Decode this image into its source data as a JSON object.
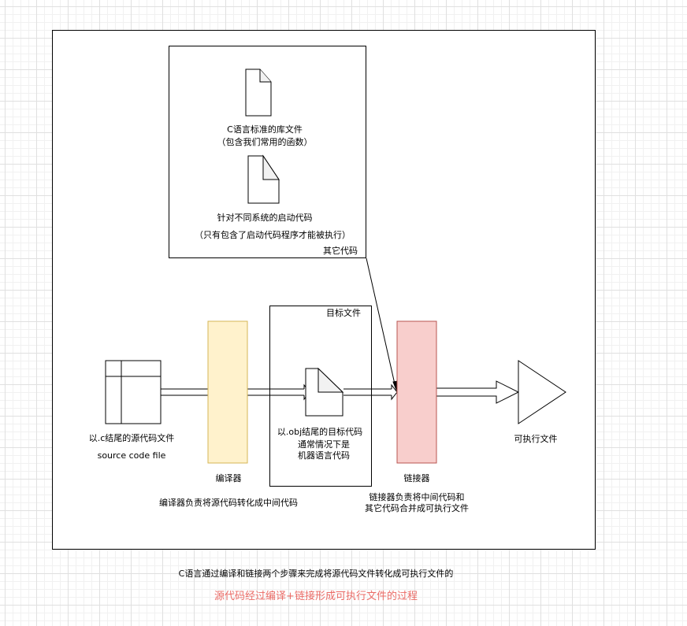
{
  "diagram": {
    "library_group": {
      "caption": "其它代码",
      "lib_file_line1": "C语言标准的库文件",
      "lib_file_line2": "（包含我们常用的函数）",
      "startup_line1": "针对不同系统的启动代码",
      "startup_line2": "（只有包含了启动代码程序才能被执行）"
    },
    "object_group": {
      "caption": "目标文件",
      "obj_line1": "以.obj结尾的目标代码",
      "obj_line2": "通常情况下是",
      "obj_line3": "机器语言代码"
    },
    "source": {
      "line1": "以.c结尾的源代码文件",
      "line2": "source code file"
    },
    "compiler": {
      "label": "编译器",
      "desc": "编译器负责将源代码转化成中间代码"
    },
    "linker": {
      "label": "链接器",
      "desc_line1": "链接器负责将中间代码和",
      "desc_line2": "其它代码合并成可执行文件"
    },
    "executable": {
      "label": "可执行文件"
    },
    "colors": {
      "compiler_fill": "#fff2cc",
      "compiler_stroke": "#d6b656",
      "linker_fill": "#f8cecc",
      "linker_stroke": "#b85450",
      "caption_red": "#ea6b66"
    }
  },
  "footer": {
    "note": "C语言通过编译和链接两个步骤来完成将源代码文件转化成可执行文件的",
    "title_red": "源代码经过编译+链接形成可执行文件的过程"
  }
}
